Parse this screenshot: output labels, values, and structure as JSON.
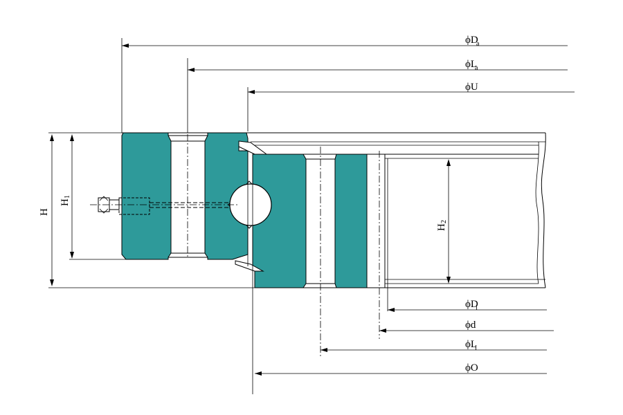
{
  "labels": {
    "D_outer": "ϕD",
    "D_outer_sub": "a",
    "L_outer": "ϕL",
    "L_outer_sub": "a",
    "U": "ϕU",
    "D_inner": "ϕD",
    "D_inner_sub": "i",
    "d": "ϕd",
    "L_inner": "ϕL",
    "L_inner_sub": "i",
    "O": "ϕO",
    "H": "H",
    "H1": "H",
    "H1_sub": "1",
    "H2": "H",
    "H2_sub": "2"
  },
  "colors": {
    "ring_fill": "#2e9a9a",
    "line": "#000000"
  }
}
